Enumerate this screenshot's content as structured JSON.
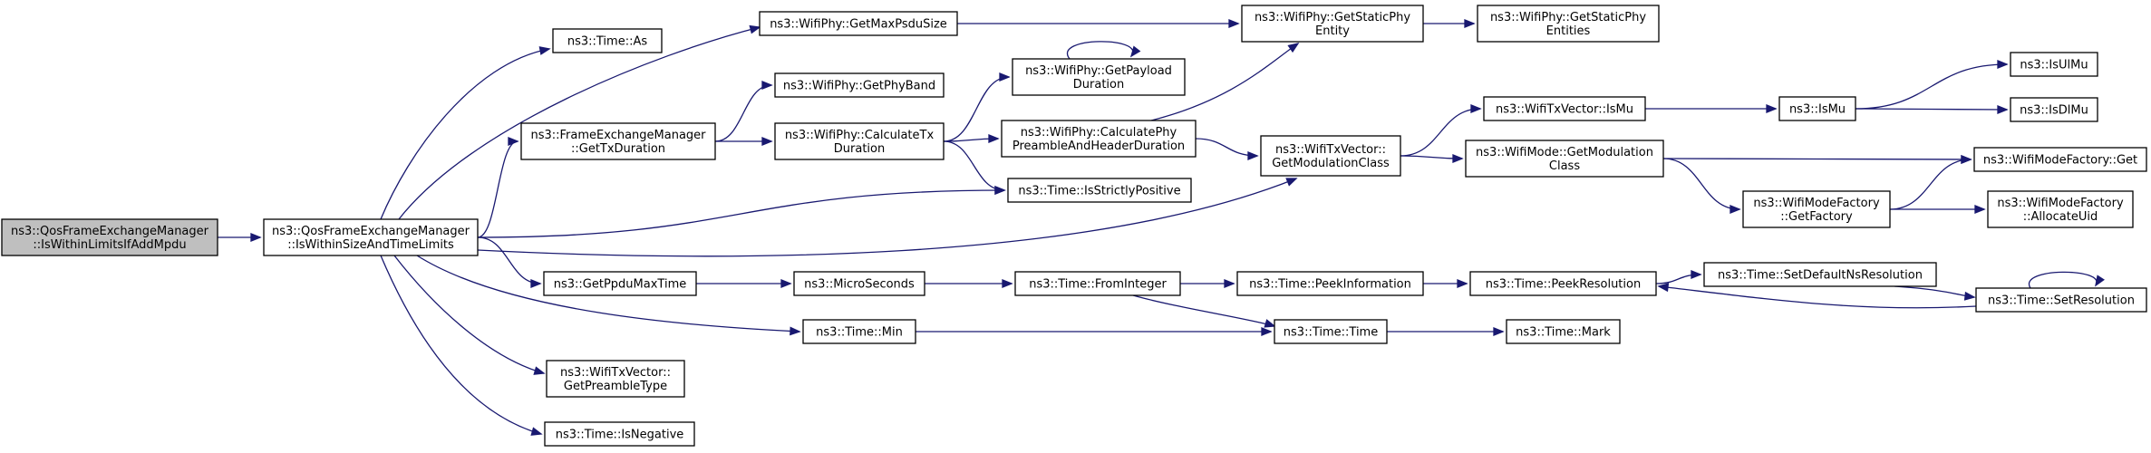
{
  "nodes": {
    "n_isWithinLimitsIfAddMpdu": [
      "ns3::QosFrameExchangeManager",
      "::IsWithinLimitsIfAddMpdu"
    ],
    "n_isWithinSizeAndTimeLimits": [
      "ns3::QosFrameExchangeManager",
      "::IsWithinSizeAndTimeLimits"
    ],
    "n_timeAs": [
      "ns3::Time::As"
    ],
    "n_getMaxPsduSize": [
      "ns3::WifiPhy::GetMaxPsduSize"
    ],
    "n_getStaticPhyEntity": [
      "ns3::WifiPhy::GetStaticPhy",
      "Entity"
    ],
    "n_getStaticPhyEntities": [
      "ns3::WifiPhy::GetStaticPhy",
      "Entities"
    ],
    "n_getPhyBand": [
      "ns3::WifiPhy::GetPhyBand"
    ],
    "n_getPayloadDuration": [
      "ns3::WifiPhy::GetPayload",
      "Duration"
    ],
    "n_getTxDurationFem": [
      "ns3::FrameExchangeManager",
      "::GetTxDuration"
    ],
    "n_calculateTxDuration": [
      "ns3::WifiPhy::CalculateTx",
      "Duration"
    ],
    "n_calculatePhyPreamble": [
      "ns3::WifiPhy::CalculatePhy",
      "PreambleAndHeaderDuration"
    ],
    "n_isStrictlyPositive": [
      "ns3::Time::IsStrictlyPositive"
    ],
    "n_getModulationClassTx": [
      "ns3::WifiTxVector::",
      "GetModulationClass"
    ],
    "n_wifiTxVectorIsMu": [
      "ns3::WifiTxVector::IsMu"
    ],
    "n_isMu": [
      "ns3::IsMu"
    ],
    "n_isUlMu": [
      "ns3::IsUlMu"
    ],
    "n_isDlMu": [
      "ns3::IsDlMu"
    ],
    "n_getModulationClassMode": [
      "ns3::WifiMode::GetModulation",
      "Class"
    ],
    "n_wifiModeFactoryGet": [
      "ns3::WifiModeFactory::Get"
    ],
    "n_getFactory": [
      "ns3::WifiModeFactory",
      "::GetFactory"
    ],
    "n_allocateUid": [
      "ns3::WifiModeFactory",
      "::AllocateUid"
    ],
    "n_getPpduMaxTime": [
      "ns3::GetPpduMaxTime"
    ],
    "n_microSeconds": [
      "ns3::MicroSeconds"
    ],
    "n_fromInteger": [
      "ns3::Time::FromInteger"
    ],
    "n_peekInformation": [
      "ns3::Time::PeekInformation"
    ],
    "n_peekResolution": [
      "ns3::Time::PeekResolution"
    ],
    "n_setDefaultNsResolution": [
      "ns3::Time::SetDefaultNsResolution"
    ],
    "n_setResolution": [
      "ns3::Time::SetResolution"
    ],
    "n_timeMin": [
      "ns3::Time::Min"
    ],
    "n_timeTime": [
      "ns3::Time::Time"
    ],
    "n_timeMark": [
      "ns3::Time::Mark"
    ],
    "n_getPreambleType": [
      "ns3::WifiTxVector::",
      "GetPreambleType"
    ],
    "n_isNegative": [
      "ns3::Time::IsNegative"
    ]
  },
  "edges": [
    [
      "n_isWithinLimitsIfAddMpdu",
      "n_isWithinSizeAndTimeLimits"
    ],
    [
      "n_isWithinSizeAndTimeLimits",
      "n_timeAs"
    ],
    [
      "n_isWithinSizeAndTimeLimits",
      "n_getMaxPsduSize"
    ],
    [
      "n_isWithinSizeAndTimeLimits",
      "n_getTxDurationFem"
    ],
    [
      "n_isWithinSizeAndTimeLimits",
      "n_isStrictlyPositive"
    ],
    [
      "n_isWithinSizeAndTimeLimits",
      "n_getModulationClassTx"
    ],
    [
      "n_isWithinSizeAndTimeLimits",
      "n_getPpduMaxTime"
    ],
    [
      "n_isWithinSizeAndTimeLimits",
      "n_timeMin"
    ],
    [
      "n_isWithinSizeAndTimeLimits",
      "n_getPreambleType"
    ],
    [
      "n_isWithinSizeAndTimeLimits",
      "n_isNegative"
    ],
    [
      "n_getMaxPsduSize",
      "n_getStaticPhyEntity"
    ],
    [
      "n_getStaticPhyEntity",
      "n_getStaticPhyEntities"
    ],
    [
      "n_getTxDurationFem",
      "n_getPhyBand"
    ],
    [
      "n_getTxDurationFem",
      "n_calculateTxDuration"
    ],
    [
      "n_calculateTxDuration",
      "n_getPayloadDuration"
    ],
    [
      "n_calculateTxDuration",
      "n_calculatePhyPreamble"
    ],
    [
      "n_calculateTxDuration",
      "n_isStrictlyPositive"
    ],
    [
      "n_getPayloadDuration",
      "n_getPayloadDuration"
    ],
    [
      "n_calculatePhyPreamble",
      "n_getStaticPhyEntity"
    ],
    [
      "n_calculatePhyPreamble",
      "n_getModulationClassTx"
    ],
    [
      "n_getModulationClassTx",
      "n_wifiTxVectorIsMu"
    ],
    [
      "n_getModulationClassTx",
      "n_getModulationClassMode"
    ],
    [
      "n_wifiTxVectorIsMu",
      "n_isMu"
    ],
    [
      "n_isMu",
      "n_isUlMu"
    ],
    [
      "n_isMu",
      "n_isDlMu"
    ],
    [
      "n_getModulationClassMode",
      "n_wifiModeFactoryGet"
    ],
    [
      "n_getModulationClassMode",
      "n_getFactory"
    ],
    [
      "n_getFactory",
      "n_wifiModeFactoryGet"
    ],
    [
      "n_getFactory",
      "n_allocateUid"
    ],
    [
      "n_getPpduMaxTime",
      "n_microSeconds"
    ],
    [
      "n_microSeconds",
      "n_fromInteger"
    ],
    [
      "n_fromInteger",
      "n_peekInformation"
    ],
    [
      "n_fromInteger",
      "n_timeTime"
    ],
    [
      "n_peekInformation",
      "n_peekResolution"
    ],
    [
      "n_peekResolution",
      "n_setDefaultNsResolution"
    ],
    [
      "n_setDefaultNsResolution",
      "n_setResolution"
    ],
    [
      "n_setResolution",
      "n_setResolution"
    ],
    [
      "n_setResolution",
      "n_peekResolution"
    ],
    [
      "n_timeMin",
      "n_timeTime"
    ],
    [
      "n_timeTime",
      "n_timeMark"
    ]
  ],
  "colors": {
    "edge": "#191970",
    "root_fill": "#bfbfbf",
    "node_fill": "#ffffff"
  }
}
